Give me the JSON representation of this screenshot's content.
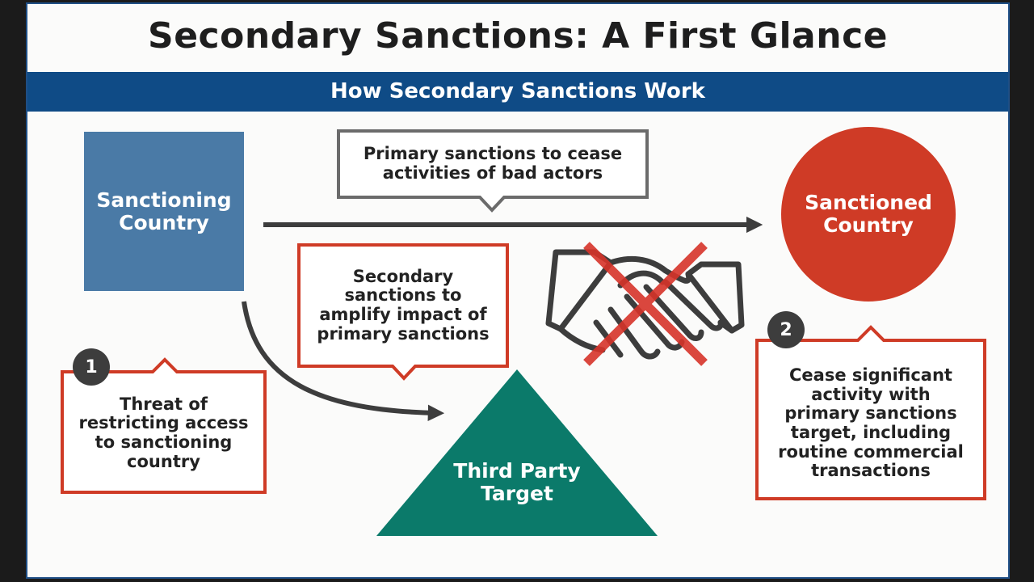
{
  "title": "Secondary Sanctions: A First Glance",
  "subtitle": "How Secondary Sanctions Work",
  "nodes": {
    "sanctioning_country": "Sanctioning\nCountry",
    "sanctioned_country": "Sanctioned\nCountry",
    "third_party_target": "Third Party\nTarget"
  },
  "callouts": {
    "primary": "Primary sanctions to cease\nactivities of bad actors",
    "secondary": "Secondary\nsanctions to\namplify impact of\nprimary sanctions",
    "step1": "Threat of\nrestricting access\nto sanctioning\ncountry",
    "step2": "Cease significant\nactivity with\nprimary sanctions\ntarget, including\nroutine commercial\ntransactions"
  },
  "badges": {
    "step1": "1",
    "step2": "2"
  },
  "icons": {
    "handshake": "handshake-icon",
    "cross": "red-x-icon"
  },
  "colors": {
    "banner": "#0f4b86",
    "sanctioning": "#4a7aa6",
    "sanctioned": "#cf3b26",
    "third_party": "#0b7a6a",
    "callout_red": "#cf3b26",
    "callout_gray": "#6b6b6b",
    "arrow": "#3d3d3d"
  }
}
